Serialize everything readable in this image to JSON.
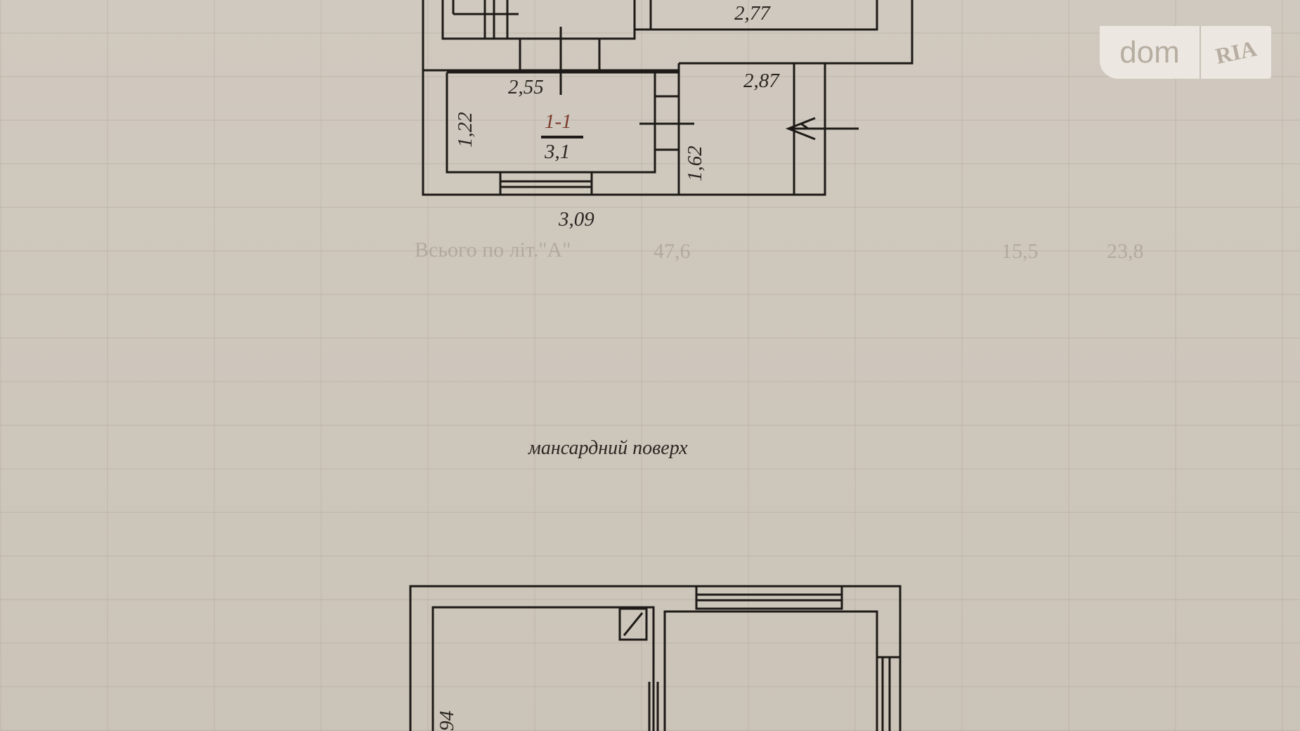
{
  "plan_upper": {
    "dim_top": "2,77",
    "dim_room_top": "2,55",
    "dim_right_room": "2,87",
    "dim_left": "1,22",
    "room_number": "1-1",
    "room_area": "3,1",
    "dim_middle": "1,62",
    "dim_bottom": "3,09"
  },
  "table_faint": {
    "total_label": "Всього по літ.\"А\"",
    "total_area": "47,6",
    "value_a": "15,5",
    "value_b": "23,8"
  },
  "floor_label": "мансардний поверх",
  "plan_lower": {
    "dim_left": "94"
  },
  "watermark": {
    "left": "dom",
    "right": "RIA"
  }
}
